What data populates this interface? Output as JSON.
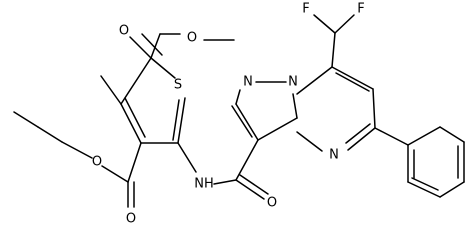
{
  "molecule": {
    "atoms": [
      {
        "id": "O1",
        "label": "O"
      },
      {
        "id": "O2",
        "label": "O"
      },
      {
        "id": "S1",
        "label": "S"
      },
      {
        "id": "O3",
        "label": "O"
      },
      {
        "id": "O4",
        "label": "O"
      },
      {
        "id": "N1",
        "label": "NH"
      },
      {
        "id": "O5",
        "label": "O"
      },
      {
        "id": "F1",
        "label": "F"
      },
      {
        "id": "F2",
        "label": "F"
      },
      {
        "id": "N2",
        "label": "N"
      },
      {
        "id": "N3",
        "label": "N"
      },
      {
        "id": "N4",
        "label": "N"
      }
    ]
  }
}
